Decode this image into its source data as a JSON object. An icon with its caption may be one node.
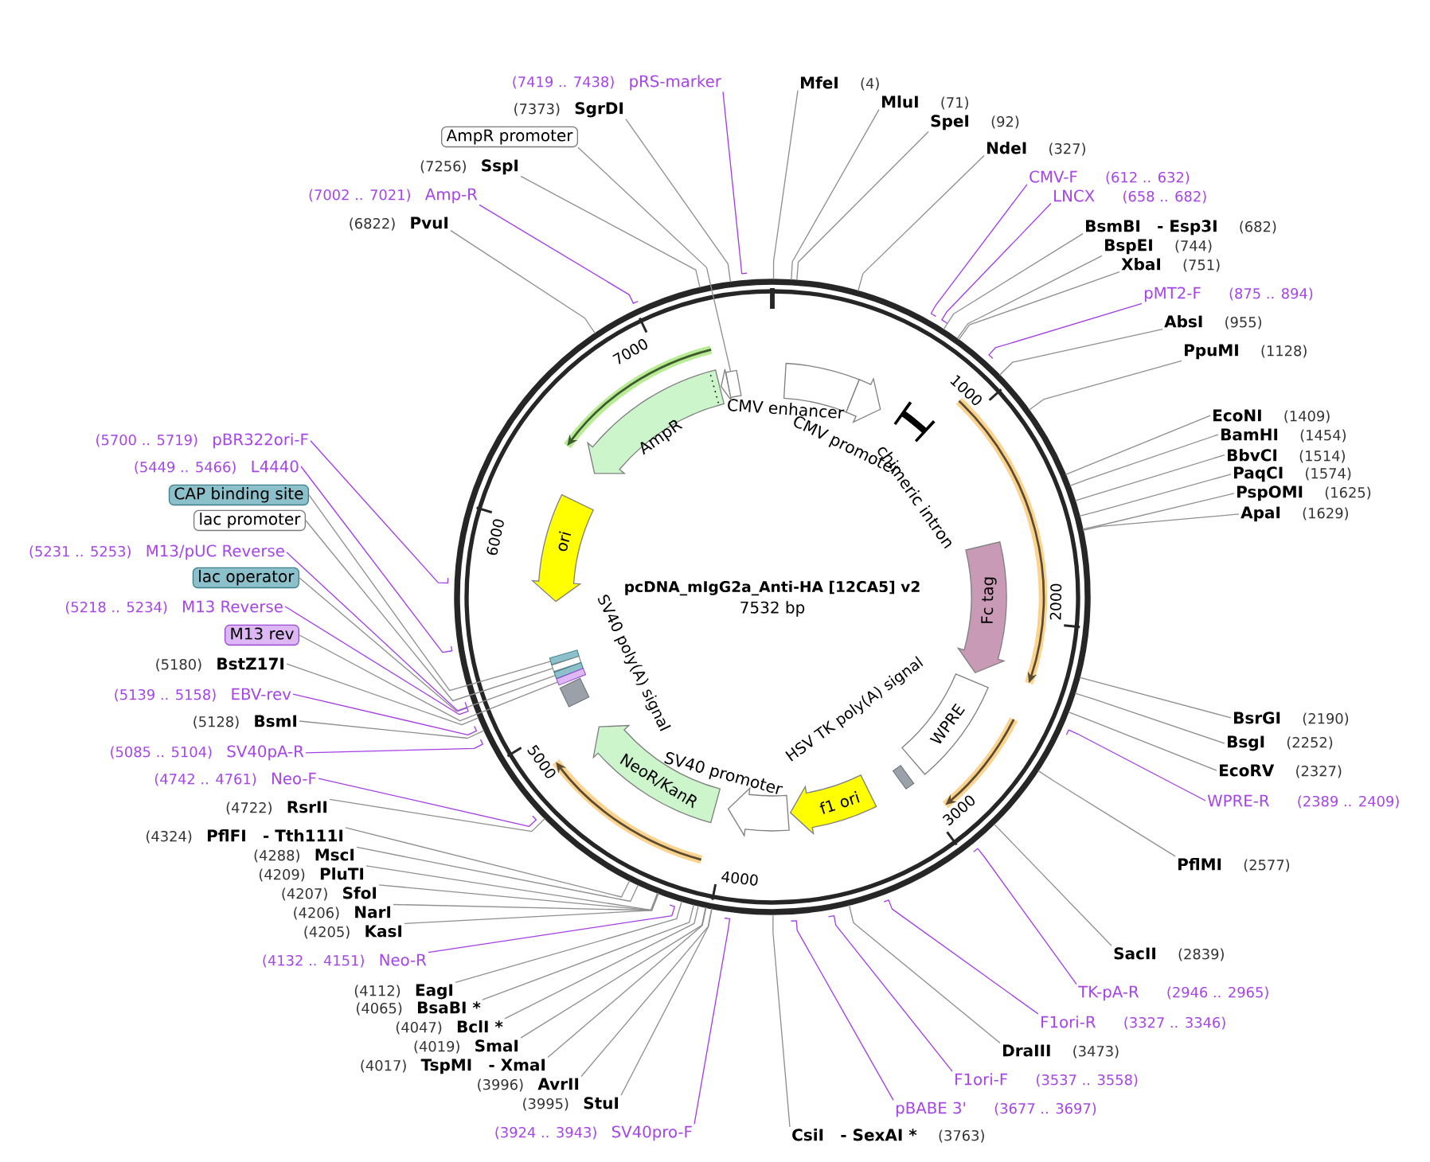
{
  "diagram": {
    "title": "pcDNA_mIgG2a_Anti-HA [12CA5] v2",
    "nodes": [
      {
        "text": [
          "MfeI",
          "(4)"
        ]
      },
      {
        "text": [
          "MluI",
          "(71)"
        ]
      },
      {
        "text": [
          "SpeI",
          "(92)"
        ]
      },
      {
        "text": [
          "NdeI",
          "(327)"
        ]
      },
      {
        "text": [
          "CMV-F",
          "(612 .. 632)"
        ]
      },
      {
        "text": [
          "LNCX",
          "(658 .. 682)"
        ]
      },
      {
        "text": [
          "BsmBI",
          "- Esp3I",
          "(682)"
        ]
      },
      {
        "text": [
          "BspEI",
          "(744)"
        ]
      },
      {
        "text": [
          "XbaI",
          "(751)"
        ]
      },
      {
        "text": [
          "pMT2-F",
          "(875 .. 894)"
        ]
      },
      {
        "text": [
          "AbsI",
          "(955)"
        ]
      },
      {
        "text": [
          "PpuMI",
          "(1128)"
        ]
      },
      {
        "text": [
          "EcoNI",
          "(1409)"
        ]
      },
      {
        "text": [
          "BamHI",
          "(1454)"
        ]
      },
      {
        "text": [
          "BbvCI",
          "(1514)"
        ]
      },
      {
        "text": [
          "PaqCI",
          "(1574)"
        ]
      },
      {
        "text": [
          "PspOMI",
          "(1625)"
        ]
      },
      {
        "text": [
          "ApaI",
          "(1629)"
        ]
      },
      {
        "text": [
          "BsrGI",
          "(2190)"
        ]
      },
      {
        "text": [
          "BsgI",
          "(2252)"
        ]
      },
      {
        "text": [
          "EcoRV",
          "(2327)"
        ]
      },
      {
        "text": [
          "WPRE-R",
          "(2389 .. 2409)"
        ]
      },
      {
        "text": [
          "PflMI",
          "(2577)"
        ]
      },
      {
        "text": [
          "SacII",
          "(2839)"
        ]
      },
      {
        "text": [
          "TK-pA-R",
          "(2946 .. 2965)"
        ]
      },
      {
        "text": [
          "F1ori-R",
          "(3327 .. 3346)"
        ]
      },
      {
        "text": [
          "DraIII",
          "(3473)"
        ]
      },
      {
        "text": [
          "F1ori-F",
          "(3537 .. 3558)"
        ]
      },
      {
        "text": [
          "pBABE 3'",
          "(3677 .. 3697)"
        ]
      },
      {
        "text": [
          "CsiI",
          "- SexAI *",
          "(3763)"
        ]
      },
      {
        "text": [
          "(3924 .. 3943)",
          "SV40pro-F"
        ]
      },
      {
        "text": [
          "(3995)",
          "StuI"
        ]
      },
      {
        "text": [
          "(3996)",
          "AvrII"
        ]
      },
      {
        "text": [
          "(4017)",
          "TspMI",
          "- XmaI"
        ]
      },
      {
        "text": [
          "(4019)",
          "SmaI"
        ]
      },
      {
        "text": [
          "(4047)",
          "BclI *"
        ]
      },
      {
        "text": [
          "(4065)",
          "BsaBI *"
        ]
      },
      {
        "text": [
          "(4112)",
          "EagI"
        ]
      },
      {
        "text": [
          "(4132 .. 4151)",
          "Neo-R"
        ]
      },
      {
        "text": [
          "(4205)",
          "KasI"
        ]
      },
      {
        "text": [
          "(4206)",
          "NarI"
        ]
      },
      {
        "text": [
          "(4207)",
          "SfoI"
        ]
      },
      {
        "text": [
          "(4209)",
          "PluTI"
        ]
      },
      {
        "text": [
          "(4288)",
          "MscI"
        ]
      },
      {
        "text": [
          "(4324)",
          "PflFI",
          "- Tth111I"
        ]
      },
      {
        "text": [
          "(4722)",
          "RsrII"
        ]
      },
      {
        "text": [
          "(4742 .. 4761)",
          "Neo-F"
        ]
      },
      {
        "text": [
          "(5085 .. 5104)",
          "SV40pA-R"
        ]
      },
      {
        "text": [
          "(5128)",
          "BsmI"
        ]
      },
      {
        "text": [
          "(5139 .. 5158)",
          "EBV-rev"
        ]
      },
      {
        "text": [
          "(5180)",
          "BstZ17I"
        ]
      },
      {
        "text": [
          "M13 rev"
        ]
      },
      {
        "text": [
          "(5218 .. 5234)",
          "M13 Reverse"
        ]
      },
      {
        "text": [
          "lac operator"
        ]
      },
      {
        "text": [
          "(5231 .. 5253)",
          "M13/pUC Reverse"
        ]
      },
      {
        "text": [
          "lac promoter"
        ]
      },
      {
        "text": [
          "CAP binding site"
        ]
      },
      {
        "text": [
          "(5449 .. 5466)",
          "L4440"
        ]
      },
      {
        "text": [
          "(5700 .. 5719)",
          "pBR322ori-F"
        ]
      },
      {
        "text": [
          "(6822)",
          "PvuI"
        ]
      },
      {
        "text": [
          "(7002 .. 7021)",
          "Amp-R"
        ]
      },
      {
        "text": [
          "(7256)",
          "SspI"
        ]
      },
      {
        "text": [
          "AmpR promoter"
        ]
      },
      {
        "text": [
          "(7373)",
          "SgrDI"
        ]
      },
      {
        "text": [
          "(7419 .. 7438)",
          "pRS-marker"
        ]
      },
      {
        "text": [
          "CMV enhancer"
        ]
      },
      {
        "text": [
          "CMV promoter"
        ]
      },
      {
        "text": [
          "chimeric intron"
        ]
      },
      {
        "text": [
          "Fc tag"
        ]
      },
      {
        "text": [
          "WPRE"
        ]
      },
      {
        "text": [
          "HSV TK poly(A) signal"
        ]
      },
      {
        "text": [
          "f1 ori"
        ]
      },
      {
        "text": [
          "SV40 promoter"
        ]
      },
      {
        "text": [
          "NeoR/KanR"
        ]
      },
      {
        "text": [
          "SV40 poly(A) signal"
        ]
      },
      {
        "text": [],
        "shape": "box"
      },
      {
        "text": [],
        "shape": "box"
      },
      {
        "text": [],
        "shape": "box"
      },
      {
        "text": [],
        "shape": "box"
      },
      {
        "text": [
          "ori"
        ]
      },
      {
        "text": [
          "AmpR"
        ]
      },
      {
        "text": [],
        "shape": "arrow"
      }
    ],
    "edges": [
      {
        "from": 0,
        "to": null,
        "arrow": "none"
      },
      {
        "from": 1,
        "to": null,
        "arrow": "none"
      },
      {
        "from": 2,
        "to": null,
        "arrow": "none"
      },
      {
        "from": 3,
        "to": null,
        "arrow": "none"
      },
      {
        "from": 4,
        "to": null,
        "arrow": "none",
        "color": "#a33ee6"
      },
      {
        "from": 5,
        "to": null,
        "arrow": "none",
        "color": "#a33ee6"
      },
      {
        "from": 6,
        "to": null,
        "arrow": "none"
      },
      {
        "from": 7,
        "to": null,
        "arrow": "none"
      },
      {
        "from": 8,
        "to": null,
        "arrow": "none"
      },
      {
        "from": 9,
        "to": null,
        "arrow": "none",
        "color": "#a33ee6"
      },
      {
        "from": 10,
        "to": null,
        "arrow": "none"
      },
      {
        "from": 11,
        "to": null,
        "arrow": "none"
      },
      {
        "from": 12,
        "to": null,
        "arrow": "none"
      },
      {
        "from": 13,
        "to": null,
        "arrow": "none"
      },
      {
        "from": 14,
        "to": null,
        "arrow": "none"
      },
      {
        "from": 15,
        "to": null,
        "arrow": "none"
      },
      {
        "from": 16,
        "to": null,
        "arrow": "none"
      },
      {
        "from": 17,
        "to": null,
        "arrow": "none"
      },
      {
        "from": 18,
        "to": null,
        "arrow": "none"
      },
      {
        "from": 19,
        "to": null,
        "arrow": "none"
      },
      {
        "from": 20,
        "to": null,
        "arrow": "none"
      },
      {
        "from": 21,
        "to": null,
        "arrow": "none",
        "color": "#a33ee6"
      },
      {
        "from": 22,
        "to": null,
        "arrow": "none"
      },
      {
        "from": 23,
        "to": null,
        "arrow": "none"
      },
      {
        "from": 24,
        "to": null,
        "arrow": "none",
        "color": "#a33ee6"
      },
      {
        "from": 25,
        "to": null,
        "arrow": "none",
        "color": "#a33ee6"
      },
      {
        "from": 26,
        "to": null,
        "arrow": "none"
      },
      {
        "from": 27,
        "to": null,
        "arrow": "none",
        "color": "#a33ee6"
      },
      {
        "from": 28,
        "to": null,
        "arrow": "none",
        "color": "#a33ee6"
      },
      {
        "from": 29,
        "to": null,
        "arrow": "none"
      },
      {
        "from": 30,
        "to": null,
        "arrow": "none",
        "color": "#a33ee6"
      },
      {
        "from": 31,
        "to": null,
        "arrow": "none"
      },
      {
        "from": 32,
        "to": null,
        "arrow": "none"
      },
      {
        "from": 33,
        "to": null,
        "arrow": "none"
      },
      {
        "from": 34,
        "to": null,
        "arrow": "none"
      },
      {
        "from": 35,
        "to": null,
        "arrow": "none"
      },
      {
        "from": 36,
        "to": null,
        "arrow": "none"
      },
      {
        "from": 37,
        "to": null,
        "arrow": "none"
      },
      {
        "from": 38,
        "to": null,
        "arrow": "none",
        "color": "#a33ee6"
      },
      {
        "from": 39,
        "to": null,
        "arrow": "none"
      },
      {
        "from": 40,
        "to": null,
        "arrow": "none"
      },
      {
        "from": 41,
        "to": null,
        "arrow": "none"
      },
      {
        "from": 42,
        "to": null,
        "arrow": "none"
      },
      {
        "from": 43,
        "to": null,
        "arrow": "none"
      },
      {
        "from": 44,
        "to": null,
        "arrow": "none"
      },
      {
        "from": 45,
        "to": null,
        "arrow": "none"
      },
      {
        "from": 46,
        "to": null,
        "arrow": "none",
        "color": "#a33ee6"
      },
      {
        "from": 47,
        "to": null,
        "arrow": "none",
        "color": "#a33ee6"
      },
      {
        "from": 48,
        "to": null,
        "arrow": "none"
      },
      {
        "from": 49,
        "to": null,
        "arrow": "none",
        "color": "#a33ee6"
      },
      {
        "from": 50,
        "to": null,
        "arrow": "none"
      },
      {
        "from": 51,
        "to": 78,
        "arrow": "none"
      },
      {
        "from": 52,
        "to": null,
        "arrow": "none",
        "color": "#a33ee6"
      },
      {
        "from": 53,
        "to": 77,
        "arrow": "none"
      },
      {
        "from": 54,
        "to": null,
        "arrow": "none",
        "color": "#a33ee6"
      },
      {
        "from": 55,
        "to": 76,
        "arrow": "none"
      },
      {
        "from": 56,
        "to": 75,
        "arrow": "none"
      },
      {
        "from": 57,
        "to": null,
        "arrow": "none",
        "color": "#a33ee6"
      },
      {
        "from": 58,
        "to": null,
        "arrow": "none",
        "color": "#a33ee6"
      },
      {
        "from": 59,
        "to": null,
        "arrow": "none"
      },
      {
        "from": 60,
        "to": null,
        "arrow": "none",
        "color": "#a33ee6"
      },
      {
        "from": 61,
        "to": null,
        "arrow": "none"
      },
      {
        "from": 62,
        "to": 81,
        "arrow": "none"
      },
      {
        "from": 63,
        "to": null,
        "arrow": "none"
      },
      {
        "from": 64,
        "to": null,
        "arrow": "none",
        "color": "#a33ee6"
      }
    ],
    "labels": [
      "7532 bp",
      "1000",
      "2000",
      "3000",
      "4000",
      "5000",
      "6000",
      "7000"
    ]
  }
}
